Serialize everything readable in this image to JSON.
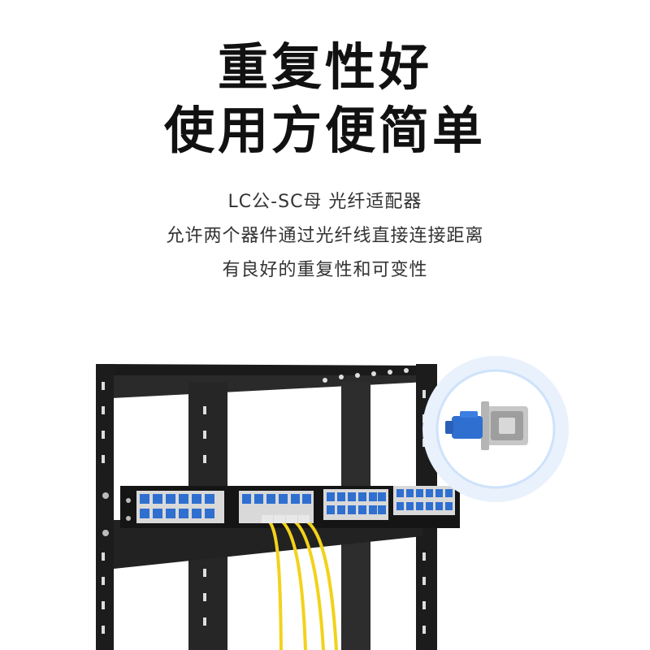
{
  "headline": {
    "line1": "重复性好",
    "line2": "使用方便简单"
  },
  "description": {
    "line1": "LC公-SC母 光纤适配器",
    "line2": "允许两个器件通过光纤线直接连接距离",
    "line3": "有良好的重复性和可变性"
  },
  "colors": {
    "rack": "#1c1c1c",
    "port": "#2f6fd0",
    "cable": "#f2d21b",
    "halo": "#cfe2fb"
  },
  "icons": {
    "rack": "server-rack-illustration",
    "adapter": "lc-sc-adapter-icon"
  }
}
